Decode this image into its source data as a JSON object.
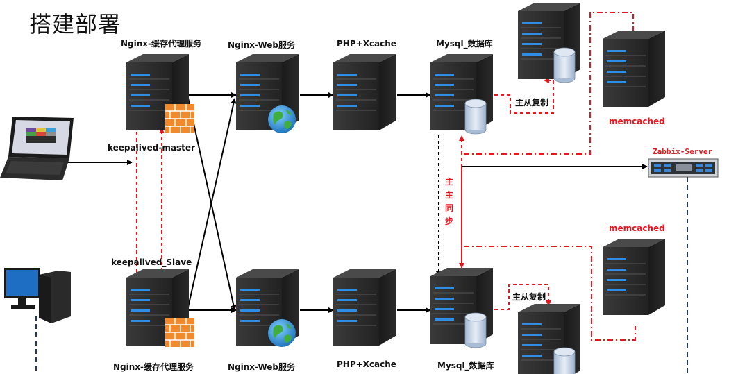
{
  "title": "搭建部署",
  "labels": {
    "nginx_cache_top": "Nginx-缓存代理服务",
    "nginx_web_top": "Nginx-Web服务",
    "php_top": "PHP+Xcache",
    "mysql_top": "Mysql_数据库",
    "keepalived_master": "keepalived-master",
    "keepalived_slave": "keepalived_Slave",
    "nginx_cache_bottom": "Nginx-缓存代理服务",
    "nginx_web_bottom": "Nginx-Web服务",
    "php_bottom": "PHP+Xcache",
    "mysql_bottom": "Mysql_数据库",
    "replication_top": "主从复制",
    "replication_bottom": "主从复制",
    "master_sync": "主主同步",
    "memcached_top": "memcached",
    "memcached_bottom": "memcached",
    "zabbix": "Zabbix-Server"
  },
  "colors": {
    "server_body": "#2d2d2d",
    "server_light": "#2f8de4",
    "link_black": "#000000",
    "link_red": "#e4181e",
    "link_navy": "#1f3864"
  },
  "icons": {
    "laptop": "laptop-icon",
    "desktop": "desktop-icon",
    "firewall": "firewall-icon",
    "globe": "globe-icon",
    "database": "database-icon",
    "rack_server": "rack-server-icon"
  }
}
